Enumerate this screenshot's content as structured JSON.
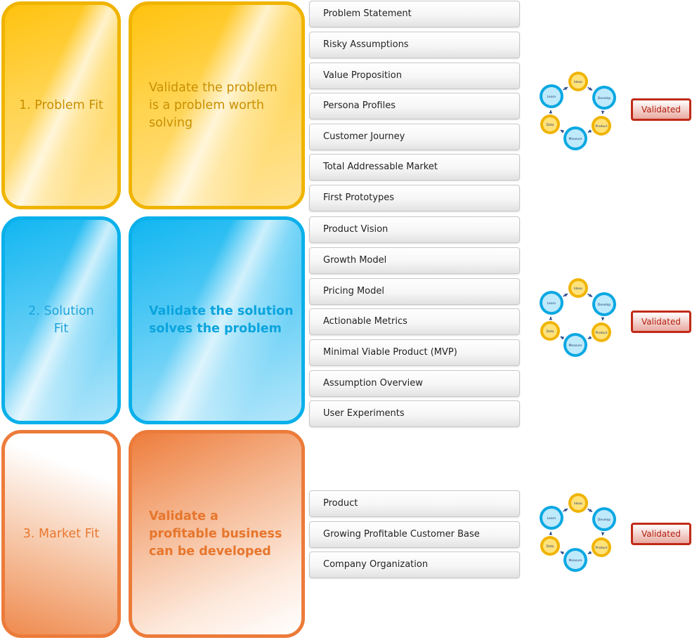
{
  "stages": [
    {
      "label": "1. Problem Fit",
      "goal": "Validate the problem is a problem worth solving",
      "items": [
        "Problem Statement",
        "Risky Assumptions",
        "Value Proposition",
        "Persona Profiles",
        "Customer Journey",
        "Total Addressable Market",
        "First Prototypes"
      ],
      "status": "Validated"
    },
    {
      "label": "2. Solution Fit",
      "goal": "Validate the solution solves the problem",
      "items": [
        "Product Vision",
        "Growth Model",
        "Pricing Model",
        "Actionable Metrics",
        "Minimal Viable Product (MVP)",
        "Assumption Overview",
        "User Experiments"
      ],
      "status": "Validated"
    },
    {
      "label": "3. Market Fit",
      "goal": "Validate a profitable business can be developed",
      "items": [
        "Product",
        "Growing Profitable Customer Base",
        "Company Organization"
      ],
      "status": "Validated"
    }
  ],
  "cycle_labels": {
    "top": "Ideas",
    "right_top": "Develop",
    "right_bottom": "Product",
    "bottom": "Measure",
    "left_bottom": "Data",
    "left_top": "Learn"
  },
  "colors": {
    "problem": "#ffc20e",
    "solution": "#11b6f1",
    "market": "#ee7d3c",
    "validated": "#c02a17"
  }
}
